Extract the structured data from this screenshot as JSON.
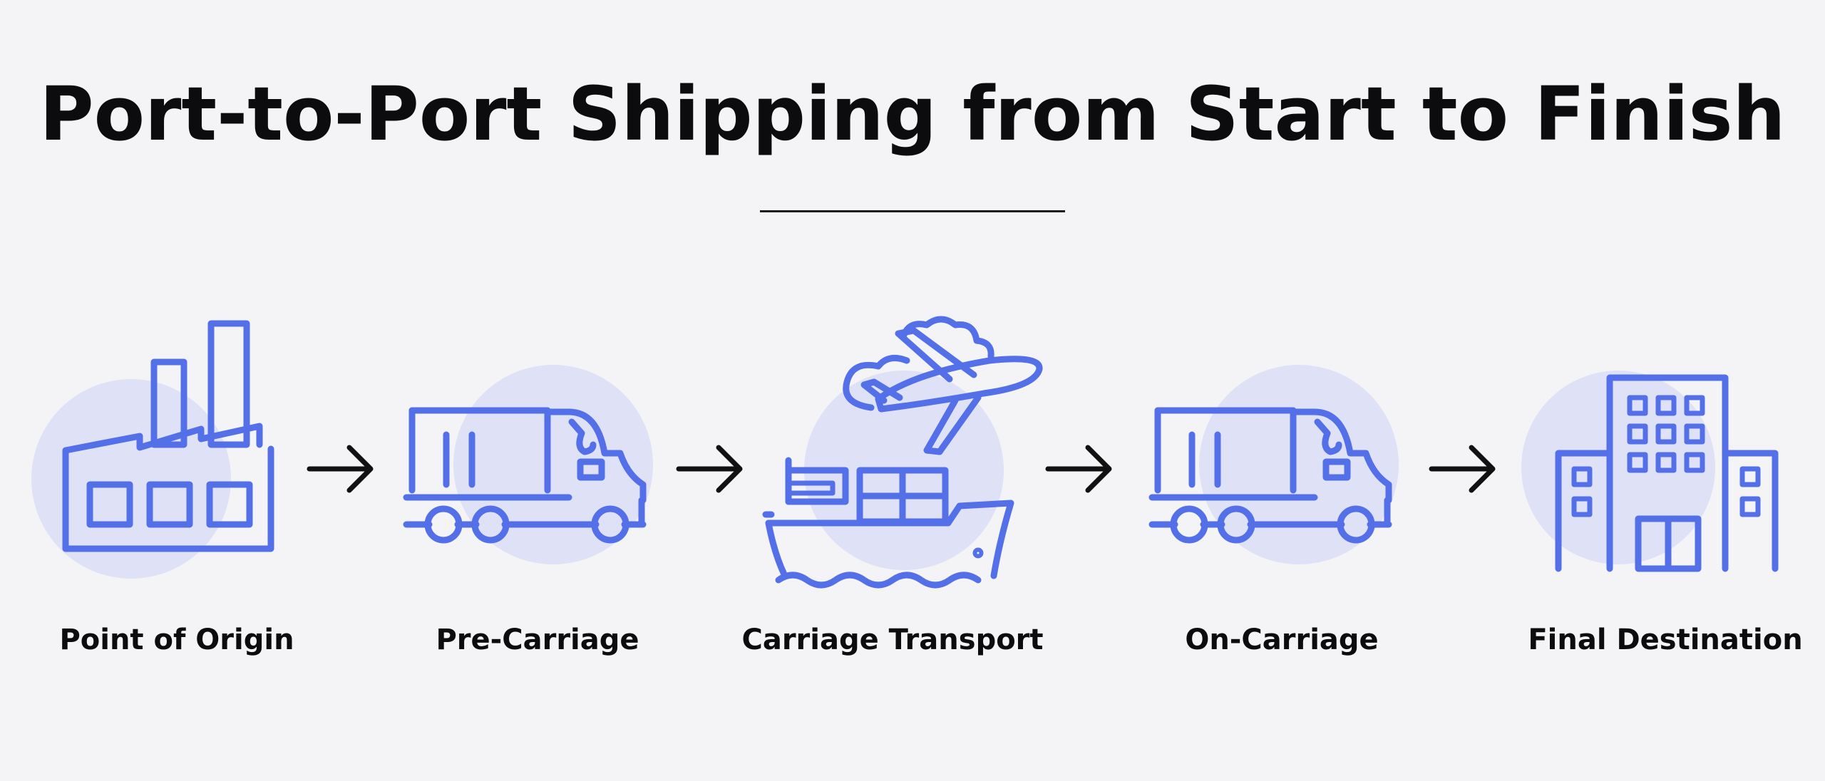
{
  "title": "Port-to-Port Shipping from Start to Finish",
  "colors": {
    "icon_stroke": "#5470e8",
    "icon_circle": "#dfe2f6",
    "text": "#0c0c0e",
    "background": "#f4f4f6"
  },
  "steps": [
    {
      "label": "Point of Origin",
      "icon": "factory-icon"
    },
    {
      "label": "Pre-Carriage",
      "icon": "truck-icon"
    },
    {
      "label": "Carriage Transport",
      "icon": "ship-and-plane-icon"
    },
    {
      "label": "On-Carriage",
      "icon": "truck-icon"
    },
    {
      "label": "Final Destination",
      "icon": "office-building-icon"
    }
  ],
  "connectors": [
    "arrow-right-icon",
    "arrow-right-icon",
    "arrow-right-icon",
    "arrow-right-icon"
  ]
}
